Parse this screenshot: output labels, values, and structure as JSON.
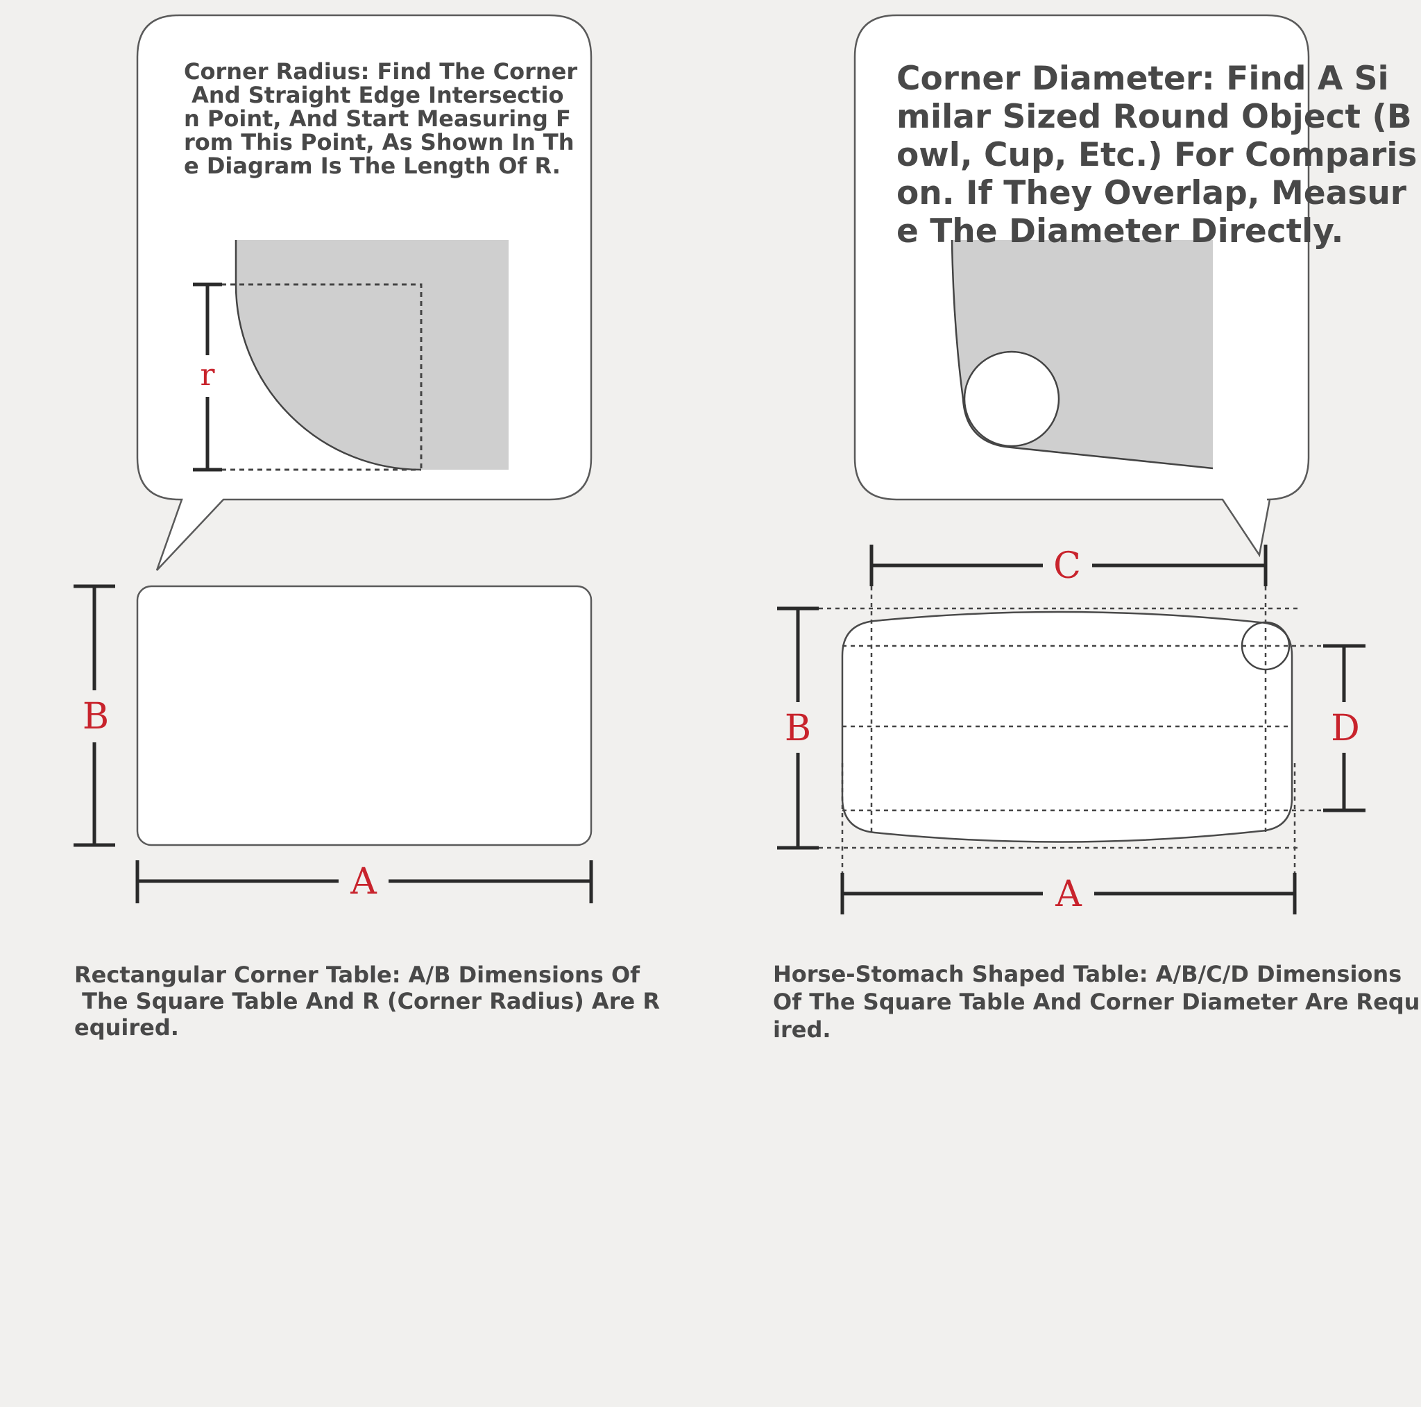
{
  "left_panel": {
    "bubble_text": "Corner Radius: Find The Corner\n And Straight Edge Intersectio\nn Point, And Start Measuring F\nrom This Point, As Shown In Th\ne Diagram Is The Length Of R.",
    "radius_label": "r",
    "width_label": "A",
    "height_label": "B",
    "caption": "Rectangular Corner Table: A/B Dimensions Of\n The Square Table And R (Corner Radius) Are R\nequired."
  },
  "right_panel": {
    "bubble_text": "Corner Diameter: Find A Si\nmilar Sized Round Object (B\nowl, Cup, Etc.) For Comparis\non. If They Overlap, Measur\ne The Diameter Directly.",
    "top_width_label": "C",
    "width_label": "A",
    "height_label": "B",
    "inner_height_label": "D",
    "caption": "Horse-Stomach Shaped Table: A/B/C/D Dimensions\nOf The Square Table And Corner Diameter Are Requ\nired."
  },
  "colors": {
    "background": "#f1f0ee",
    "bubble_fill": "#ffffff",
    "outline": "#555555",
    "shape_fill": "#cfcfcf",
    "dimension_line": "#2a2a2a",
    "label_red": "#c8232c",
    "text": "#484848"
  }
}
